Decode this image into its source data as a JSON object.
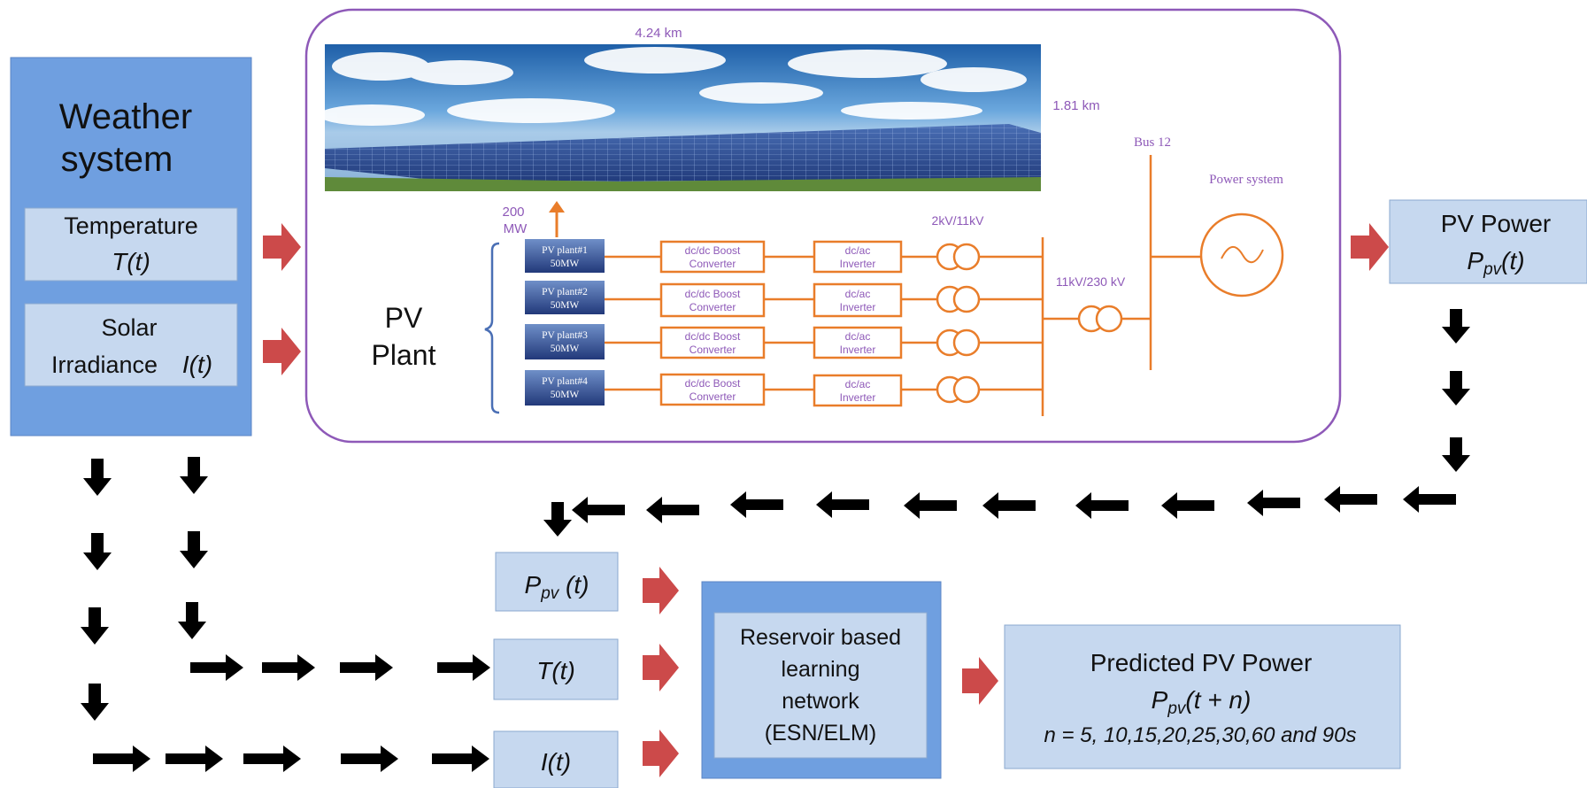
{
  "weather": {
    "title_line1": "Weather",
    "title_line2": "system",
    "temperature_label": "Temperature",
    "temperature_symbol": "T(t)",
    "solar_label": "Solar",
    "irradiance_label": "Irradiance",
    "irradiance_symbol": "I(t)"
  },
  "plant": {
    "width_label": "4.24 km",
    "height_label": "1.81 km",
    "capacity_value": "200",
    "capacity_unit": "MW",
    "pv_line1": "PV",
    "pv_line2": "Plant",
    "units": [
      {
        "name": "PV plant#1",
        "mw": "50MW"
      },
      {
        "name": "PV plant#2",
        "mw": "50MW"
      },
      {
        "name": "PV plant#3",
        "mw": "50MW"
      },
      {
        "name": "PV plant#4",
        "mw": "50MW"
      }
    ],
    "boost_line1": "dc/dc  Boost",
    "boost_line2": "Converter",
    "inverter_line1": "dc/ac",
    "inverter_line2": "Inverter",
    "transformer_small": "2kV/11kV",
    "transformer_large": "11kV/230 kV",
    "bus_label": "Bus 12",
    "power_system_label": "Power system"
  },
  "pv_power": {
    "title": "PV Power",
    "symbol_main": "P",
    "symbol_sub": "pv",
    "symbol_arg": "(t)"
  },
  "inputs": {
    "ppv_main": "P",
    "ppv_sub": "pv",
    "ppv_arg": " (t)",
    "t_symbol": "T(t)",
    "i_symbol": "I(t)"
  },
  "reservoir": {
    "line1": "Reservoir based",
    "line2": "learning",
    "line3": "network",
    "line4": "(ESN/ELM)"
  },
  "predicted": {
    "title": "Predicted PV Power",
    "symbol_main": "P",
    "symbol_sub": "pv",
    "symbol_arg": "(t + n)",
    "horizons": "n = 5, 10,15,20,25,30,60 and 90s"
  },
  "colors": {
    "accent_orange": "#e97d2a",
    "plant_border": "#8e59b8",
    "red_arrow": "#cc4a4a",
    "panel_blue": "#4f86d3",
    "box_light": "#c6d8ef"
  }
}
